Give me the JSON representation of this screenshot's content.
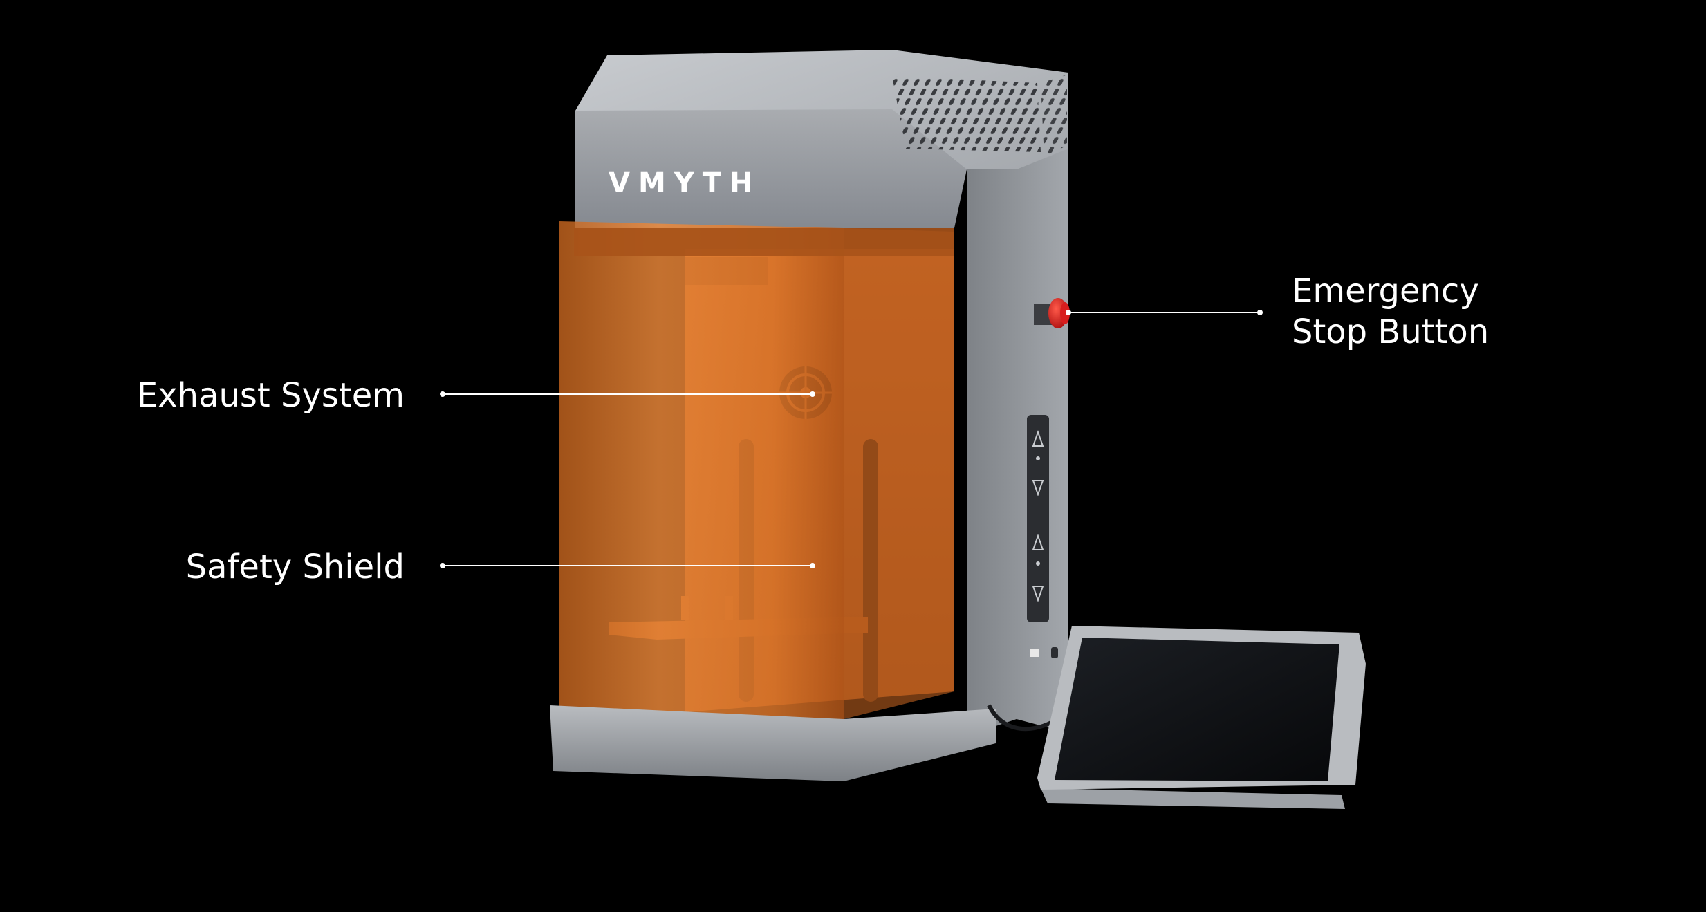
{
  "brand": "VMYTH",
  "callouts": {
    "exhaust": "Exhaust System",
    "shield": "Safety Shield",
    "estop_line1": "Emergency",
    "estop_line2": "Stop Button"
  },
  "colors": {
    "background": "#000000",
    "shield_orange": "#e07a2c",
    "metal": "#8a8d91",
    "estop_red": "#d81e1e",
    "screen": "#0e1013",
    "callout": "#ffffff"
  }
}
